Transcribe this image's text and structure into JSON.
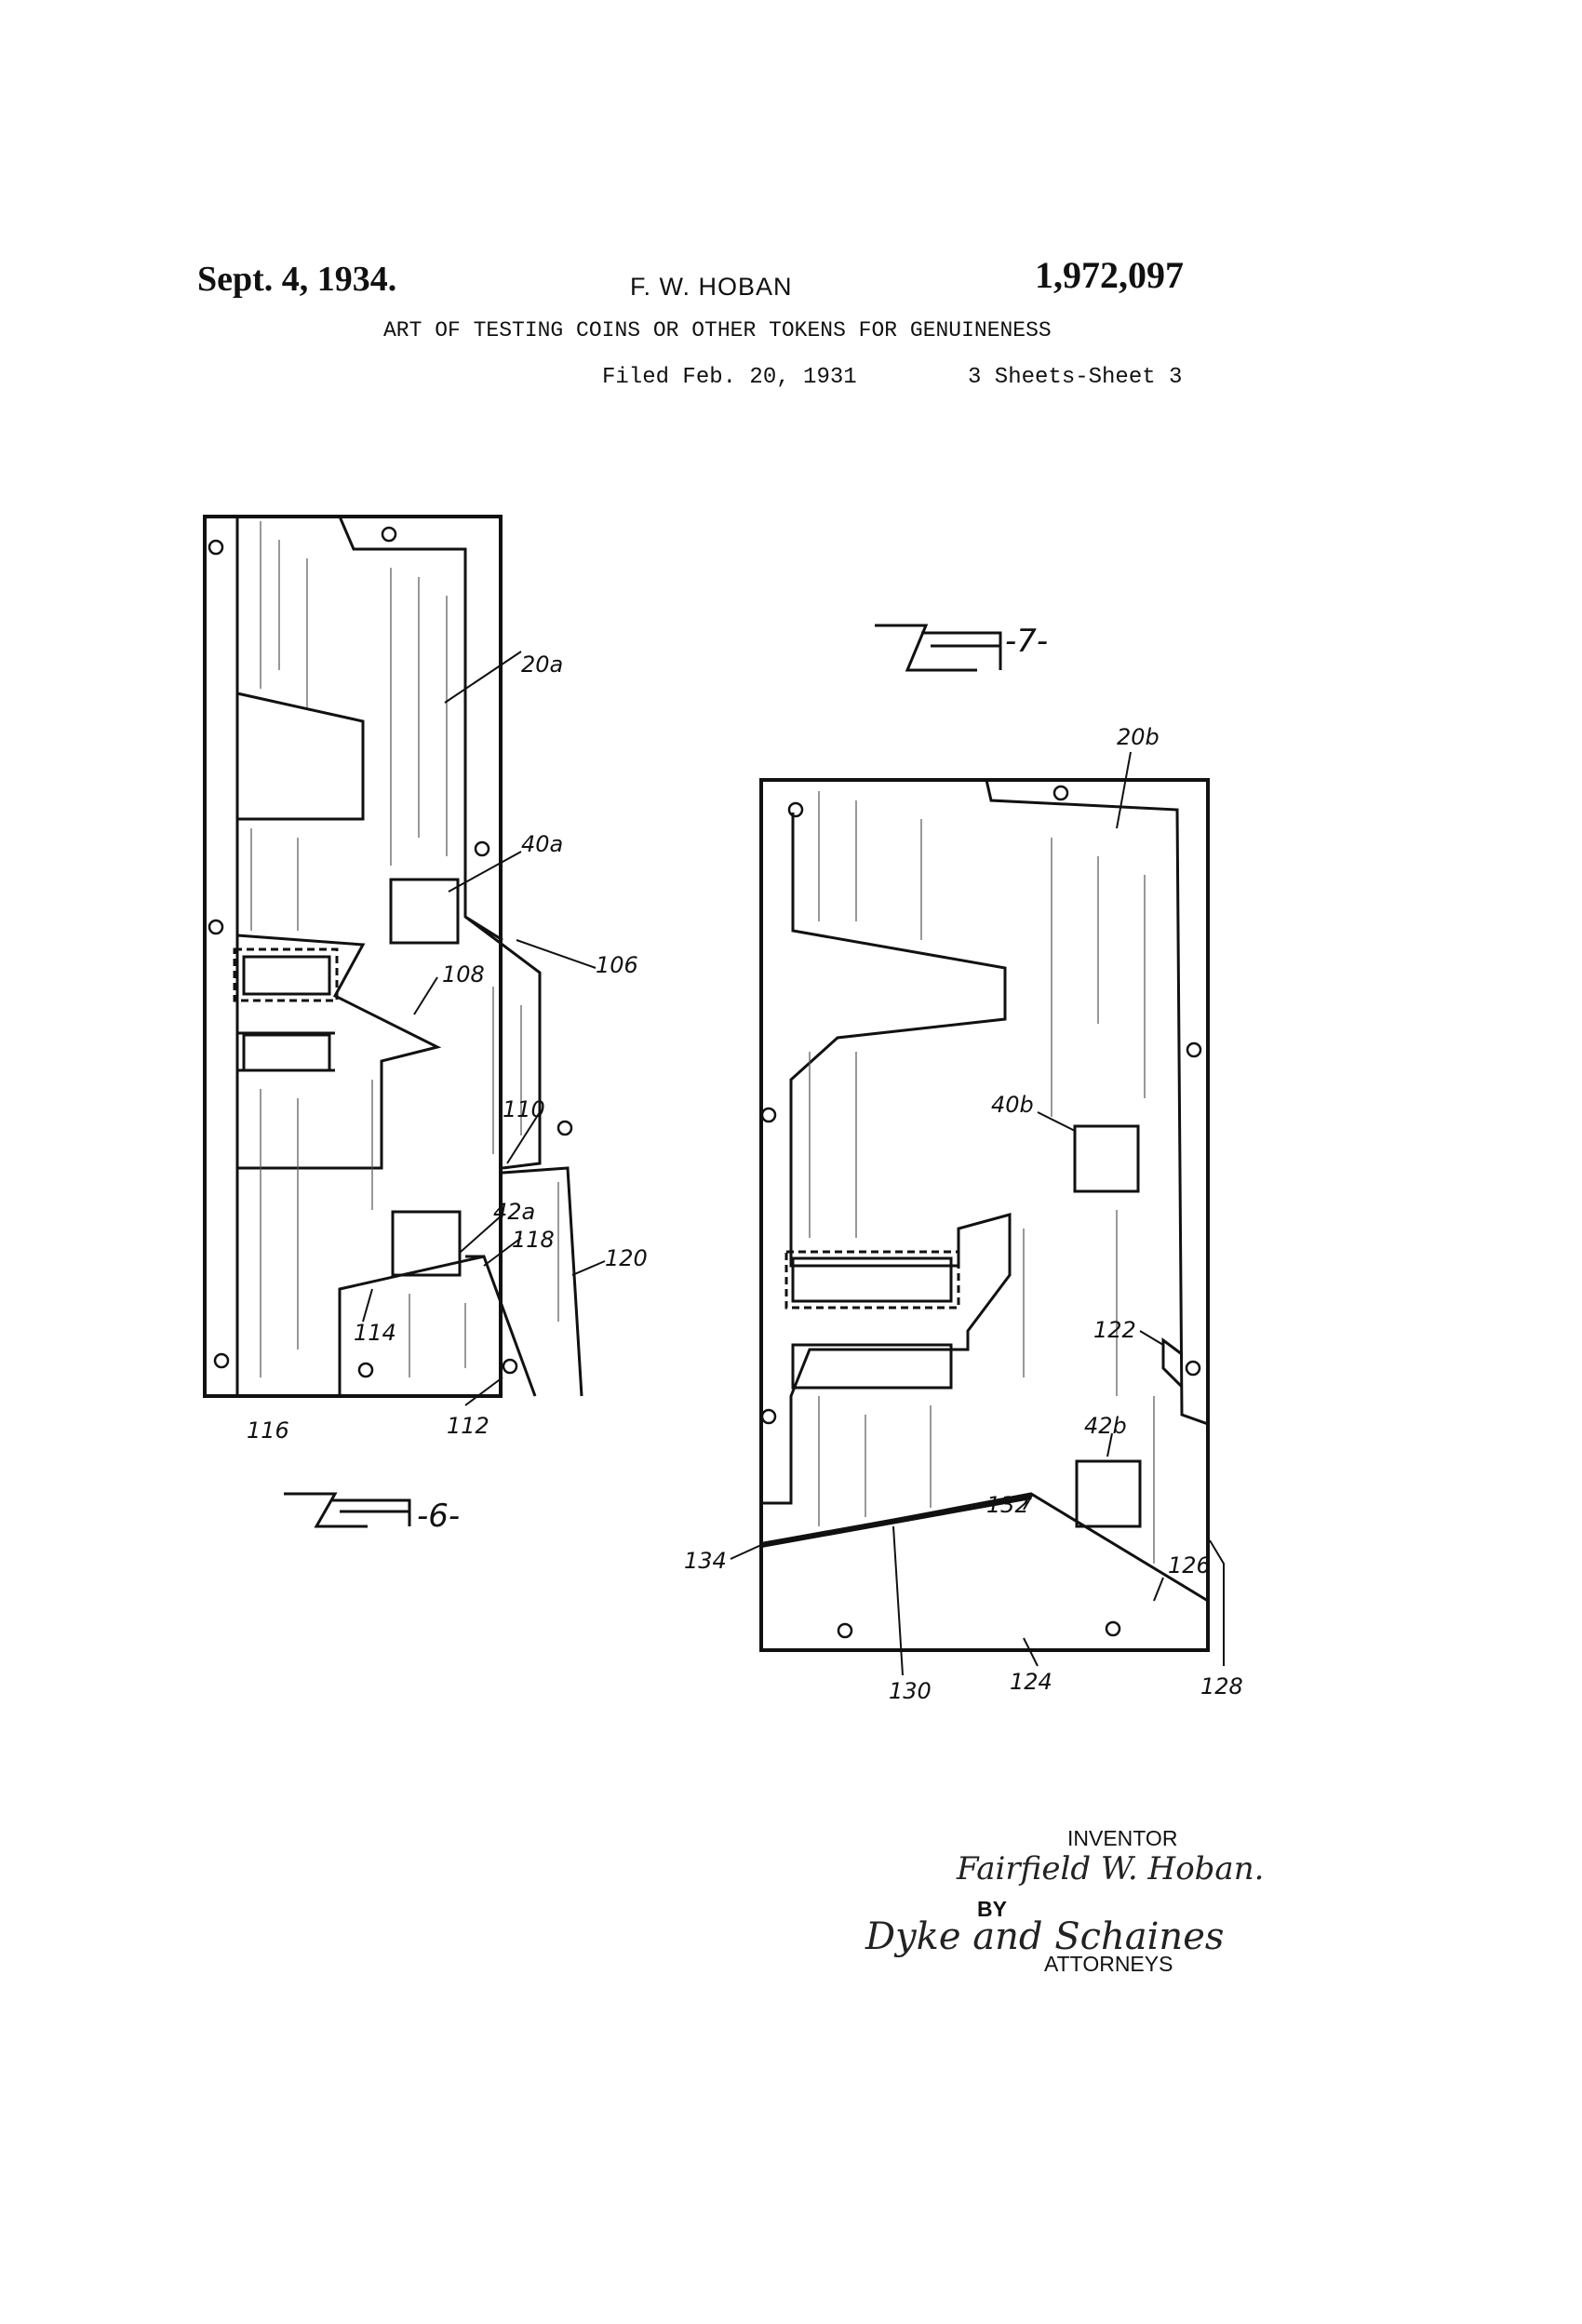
{
  "header": {
    "date": "Sept. 4, 1934.",
    "inventor": "F. W. HOBAN",
    "patent_number": "1,972,097",
    "title": "ART OF TESTING COINS OR OTHER TOKENS FOR GENUINENESS",
    "filed": "Filed Feb. 20, 1931",
    "sheets": "3 Sheets-Sheet 3"
  },
  "figures": {
    "fig6": {
      "label": "-6-",
      "refs": [
        "20a",
        "40a",
        "106",
        "108",
        "110",
        "42a",
        "118",
        "120",
        "114",
        "112",
        "116"
      ]
    },
    "fig7": {
      "label": "-7-",
      "refs": [
        "20b",
        "40b",
        "122",
        "42b",
        "132",
        "134",
        "126",
        "128",
        "130",
        "124"
      ]
    }
  },
  "signature": {
    "inventor_label": "INVENTOR",
    "inventor_name": "Fairfield W. Hoban.",
    "by_label": "BY",
    "attorney_signature": "Dyke and Schaines",
    "attorneys_label": "ATTORNEYS"
  }
}
